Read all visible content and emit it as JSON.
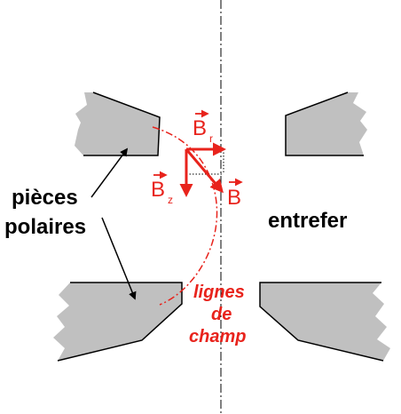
{
  "labels": {
    "pole_pieces_line1": "pièces",
    "pole_pieces_line2": "polaires",
    "air_gap": "entrefer",
    "field_lines_line1": "lignes",
    "field_lines_line2": "de",
    "field_lines_line3": "champ"
  },
  "vectors": {
    "b_r": {
      "symbol": "B",
      "subscript": "r"
    },
    "b_z": {
      "symbol": "B",
      "subscript": "z"
    },
    "b": {
      "symbol": "B"
    }
  },
  "colors": {
    "pole_fill": "#c0c0c0",
    "outline": "#000000",
    "field_red": "#e8231c"
  }
}
